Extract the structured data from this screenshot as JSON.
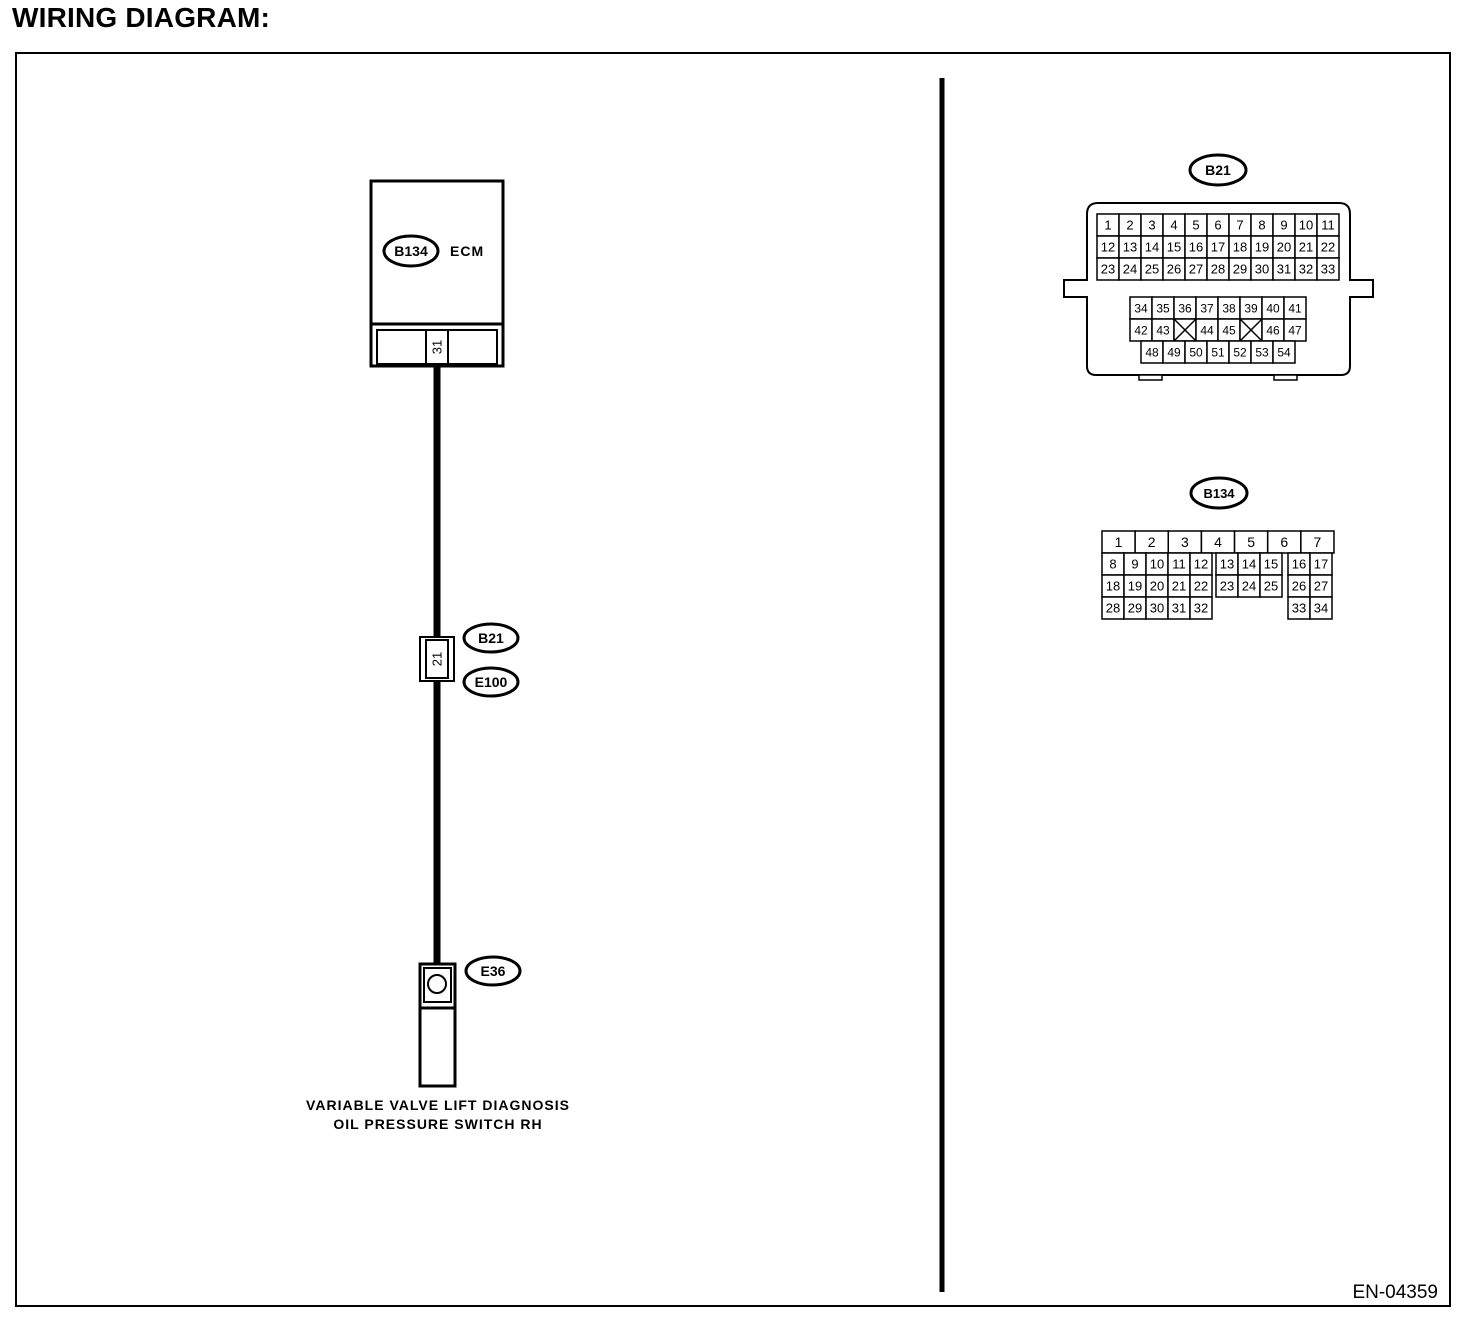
{
  "title": "WIRING DIAGRAM:",
  "footer_code": "EN-04359",
  "ecm": {
    "connector_id": "B134",
    "label": "ECM",
    "terminal": "31"
  },
  "junction": {
    "terminal": "21",
    "connector_top": "B21",
    "connector_bottom": "E100"
  },
  "sensor": {
    "connector_id": "E36",
    "label_line1": "VARIABLE VALVE LIFT DIAGNOSIS",
    "label_line2": "OIL PRESSURE SWITCH RH"
  },
  "connector_b21": {
    "id": "B21",
    "rows": [
      [
        "1",
        "2",
        "3",
        "4",
        "5",
        "6",
        "7",
        "8",
        "9",
        "10",
        "11"
      ],
      [
        "12",
        "13",
        "14",
        "15",
        "16",
        "17",
        "18",
        "19",
        "20",
        "21",
        "22"
      ],
      [
        "23",
        "24",
        "25",
        "26",
        "27",
        "28",
        "29",
        "30",
        "31",
        "32",
        "33"
      ],
      [
        "34",
        "35",
        "36",
        "37",
        "38",
        "39",
        "40",
        "41"
      ],
      [
        "42",
        "43",
        "X",
        "44",
        "45",
        "X",
        "46",
        "47"
      ],
      [
        "48",
        "49",
        "50",
        "51",
        "52",
        "53",
        "54"
      ]
    ]
  },
  "connector_b134": {
    "id": "B134",
    "rows": [
      [
        "1",
        "2",
        "3",
        "4",
        "5",
        "6",
        "7"
      ],
      [
        "8",
        "9",
        "10",
        "11",
        "12",
        "13",
        "14",
        "15",
        "16",
        "17"
      ],
      [
        "18",
        "19",
        "20",
        "21",
        "22",
        "23",
        "24",
        "25",
        "26",
        "27"
      ],
      [
        "28",
        "29",
        "30",
        "31",
        "32",
        "33",
        "34"
      ]
    ]
  }
}
